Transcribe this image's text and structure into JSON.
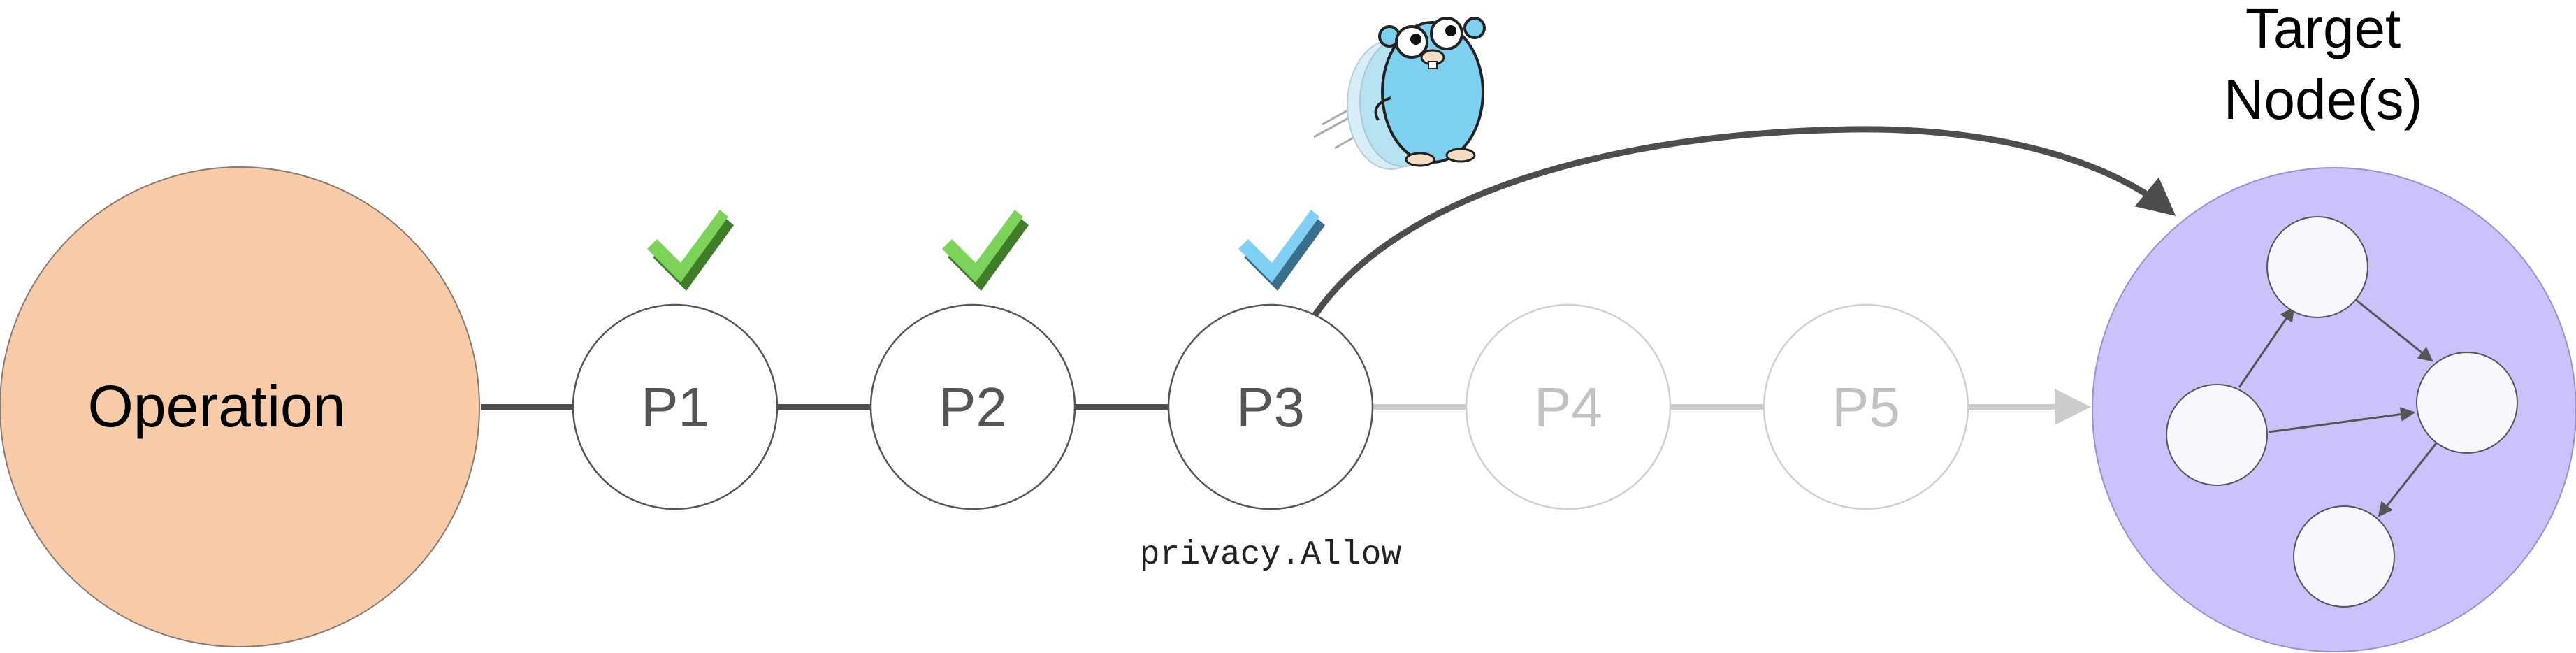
{
  "diagram": {
    "operation_label": "Operation",
    "policies": [
      {
        "label": "P1",
        "status": "allowed"
      },
      {
        "label": "P2",
        "status": "allowed"
      },
      {
        "label": "P3",
        "status": "allow-decision"
      },
      {
        "label": "P4",
        "status": "skipped"
      },
      {
        "label": "P5",
        "status": "skipped"
      }
    ],
    "decision_label": "privacy.Allow",
    "target_title_line1": "Target",
    "target_title_line2": "Node(s)",
    "mascot": "gopher-running-icon",
    "icons": {
      "check_pass": "checkmark-green-icon",
      "check_decision": "checkmark-blue-icon"
    },
    "colors": {
      "operation_fill": "#f8cba8",
      "operation_stroke": "#8a7a70",
      "target_fill": "#ccc1fb",
      "target_stroke": "#9a8fd0",
      "inner_node_fill": "#f8f7fe",
      "active_stroke": "#555555",
      "active_text": "#555555",
      "inactive_stroke": "#d0d0d0",
      "inactive_text": "#c2c2c2",
      "active_line": "#4d4d4d",
      "inactive_line": "#cccccc",
      "check_green": "#7dd35a",
      "check_blue": "#7fd0f4",
      "gopher_body": "#7dd0ee"
    }
  }
}
